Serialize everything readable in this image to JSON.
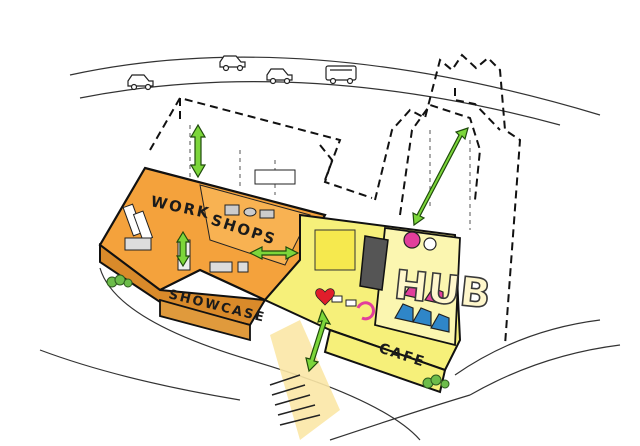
{
  "labels": {
    "workshops_line1": "WORK",
    "workshops_line2": "SHOPS",
    "showcase": "SHOWCASE",
    "hub": "HUB",
    "cafe": "CAFE"
  },
  "colors": {
    "orange_zone": "#f4a23c",
    "yellow_zone": "#f6f07a",
    "pale_yellow": "#fbf6b0",
    "green_arrow": "#7cd63a",
    "street_crossing": "#fbe7a6",
    "hub_pink": "#e23e9b",
    "hub_blue": "#2f86c8",
    "heart_red": "#e01e2b",
    "bush_green": "#6cbc4a"
  }
}
